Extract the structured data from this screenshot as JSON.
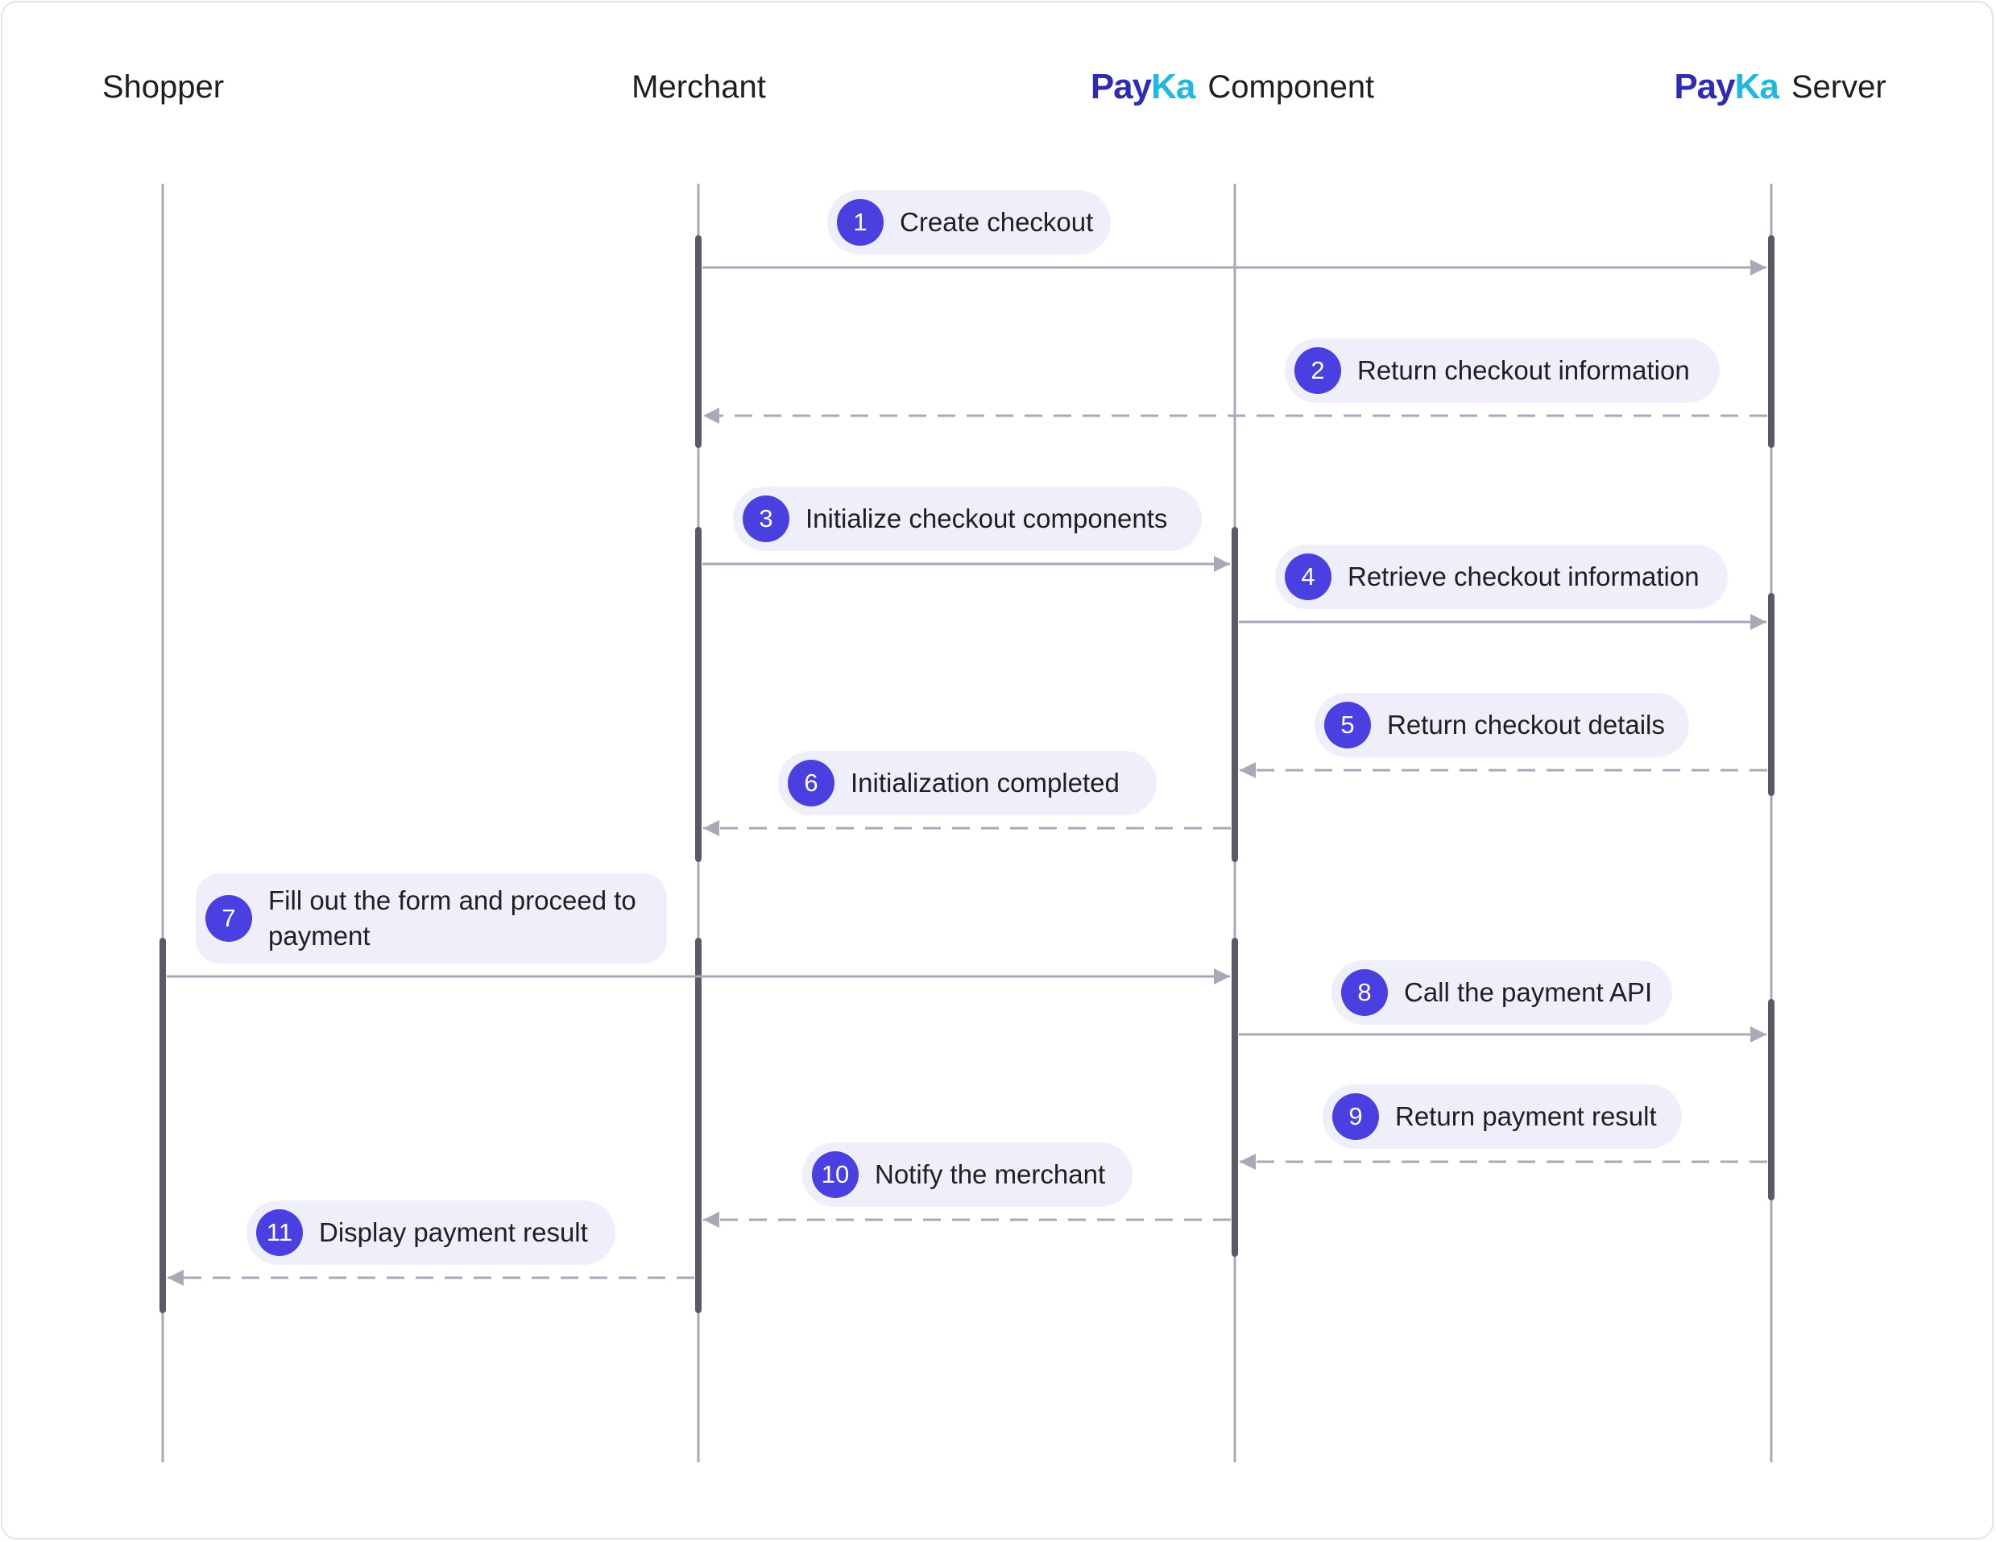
{
  "actors": [
    {
      "id": "shopper",
      "label": "Shopper",
      "brand": false
    },
    {
      "id": "merchant",
      "label": "Merchant",
      "brand": false
    },
    {
      "id": "component",
      "label": "Component",
      "brand": true
    },
    {
      "id": "server",
      "label": "Server",
      "brand": true
    }
  ],
  "brand": {
    "part1": "Pay",
    "part2": "Ka",
    "color1": "#2f2bb3",
    "color2": "#1fb8e0"
  },
  "steps": [
    {
      "num": "1",
      "label": "Create checkout",
      "from": "merchant",
      "to": "server",
      "style": "solid"
    },
    {
      "num": "2",
      "label": "Return checkout information",
      "from": "server",
      "to": "merchant",
      "style": "dashed"
    },
    {
      "num": "3",
      "label": "Initialize checkout components",
      "from": "merchant",
      "to": "component",
      "style": "solid"
    },
    {
      "num": "4",
      "label": "Retrieve checkout information",
      "from": "component",
      "to": "server",
      "style": "solid"
    },
    {
      "num": "5",
      "label": "Return checkout details",
      "from": "server",
      "to": "component",
      "style": "dashed"
    },
    {
      "num": "6",
      "label": "Initialization completed",
      "from": "component",
      "to": "merchant",
      "style": "dashed"
    },
    {
      "num": "7",
      "label": "Fill out the form and proceed to payment",
      "from": "shopper",
      "to": "component",
      "style": "solid"
    },
    {
      "num": "8",
      "label": "Call the payment API",
      "from": "component",
      "to": "server",
      "style": "solid"
    },
    {
      "num": "9",
      "label": "Return payment result",
      "from": "server",
      "to": "component",
      "style": "dashed"
    },
    {
      "num": "10",
      "label": "Notify the merchant",
      "from": "component",
      "to": "merchant",
      "style": "dashed"
    },
    {
      "num": "11",
      "label": "Display payment result",
      "from": "merchant",
      "to": "shopper",
      "style": "dashed"
    }
  ],
  "colors": {
    "badge": "#4a3fe0",
    "pill": "#efeffb",
    "lifeline": "#a9a8b8",
    "activation": "#5a5966",
    "arrow": "#a9a8b8"
  }
}
